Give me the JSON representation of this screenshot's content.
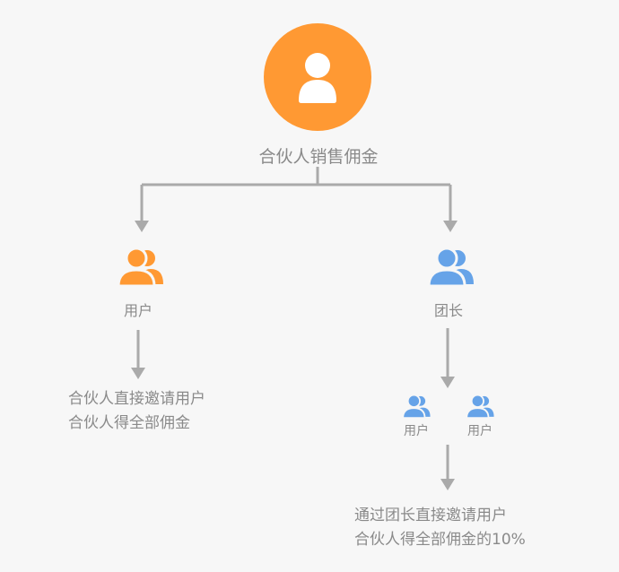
{
  "root": {
    "label": "合伙人销售佣金",
    "icon": "user-icon",
    "color": "#ff9933"
  },
  "left_branch": {
    "label": "用户",
    "icon": "user-group-icon",
    "color": "#ff9933",
    "description": [
      "合伙人直接邀请用户",
      "合伙人得全部佣金"
    ]
  },
  "right_branch": {
    "label": "团长",
    "icon": "user-group-icon",
    "color": "#66a3e8",
    "children": [
      {
        "label": "用户",
        "icon": "user-group-icon"
      },
      {
        "label": "用户",
        "icon": "user-group-icon"
      }
    ],
    "description": [
      "通过团长直接邀请用户",
      "合伙人得全部佣金的10%"
    ]
  },
  "connector_color": "#aaaaaa"
}
